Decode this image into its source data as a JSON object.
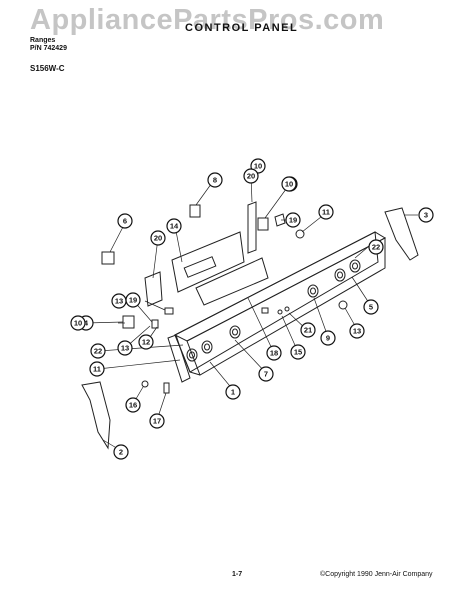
{
  "watermark": "AppliancePartsPros.com",
  "header": {
    "doc_line": "Ranges",
    "part_number": "P/N 742429",
    "model": "S156W-C",
    "title": "CONTROL PANEL"
  },
  "footer": {
    "page": "1-7",
    "copyright": "©Copyright 1990 Jenn-Air Company"
  },
  "callouts": [
    "1",
    "2",
    "3",
    "4",
    "4",
    "5",
    "6",
    "7",
    "8",
    "9",
    "10",
    "10",
    "10",
    "11",
    "11",
    "12",
    "13",
    "13",
    "13",
    "14",
    "15",
    "16",
    "17",
    "18",
    "19",
    "19",
    "20",
    "20",
    "21",
    "22",
    "22"
  ]
}
